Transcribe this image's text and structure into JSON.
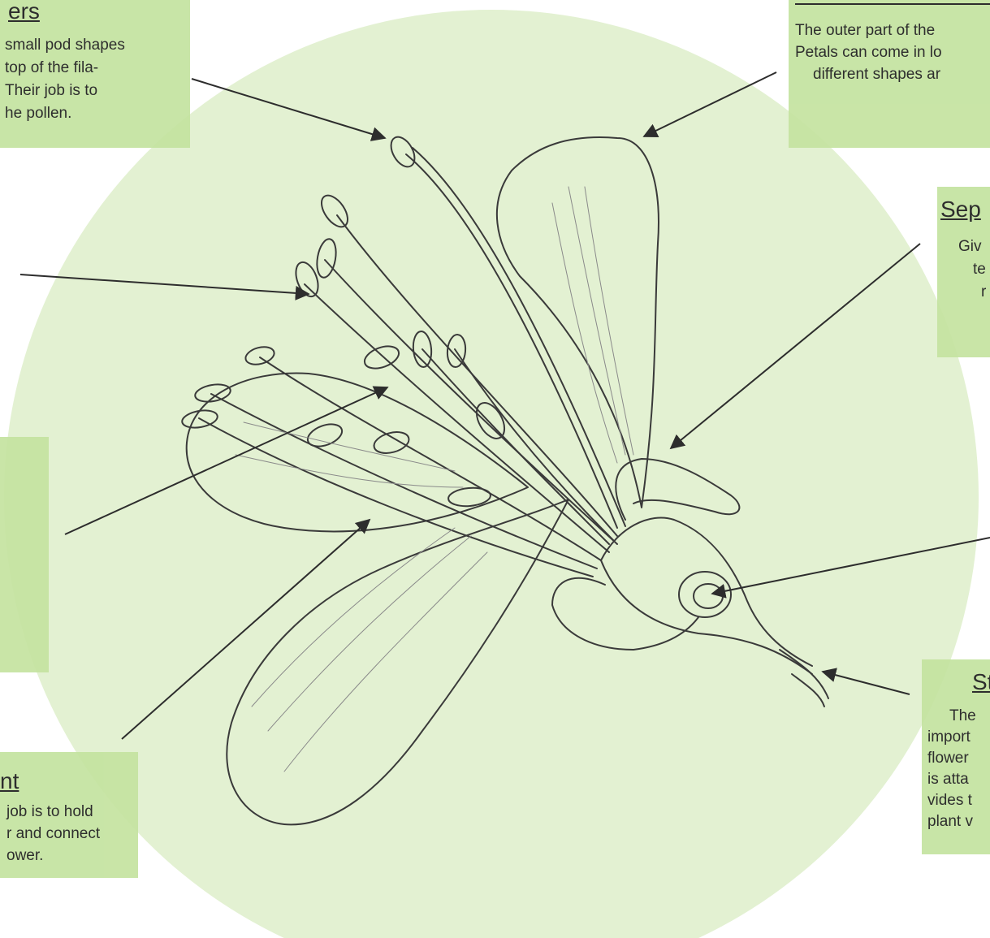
{
  "colors": {
    "circle": "#e3f1d2",
    "box": "#c4e3a0",
    "ink": "#2d2d2d"
  },
  "labels": {
    "anthers": {
      "title": "ers",
      "lines": [
        "small pod shapes",
        "top of the fila-",
        "Their job is to",
        "he pollen."
      ]
    },
    "petals": {
      "lines": [
        "The outer part of the",
        "Petals can come in lo",
        "different shapes ar"
      ]
    },
    "sepals": {
      "title": "Sep",
      "lines": [
        "Giv",
        "te",
        "r"
      ]
    },
    "filament": {
      "title": "nt",
      "lines": [
        "job is to hold",
        "r and connect",
        "ower."
      ]
    },
    "stem": {
      "title": "St",
      "lines": [
        "The",
        "import",
        "flower",
        "is atta",
        "vides t",
        "plant v"
      ]
    }
  }
}
